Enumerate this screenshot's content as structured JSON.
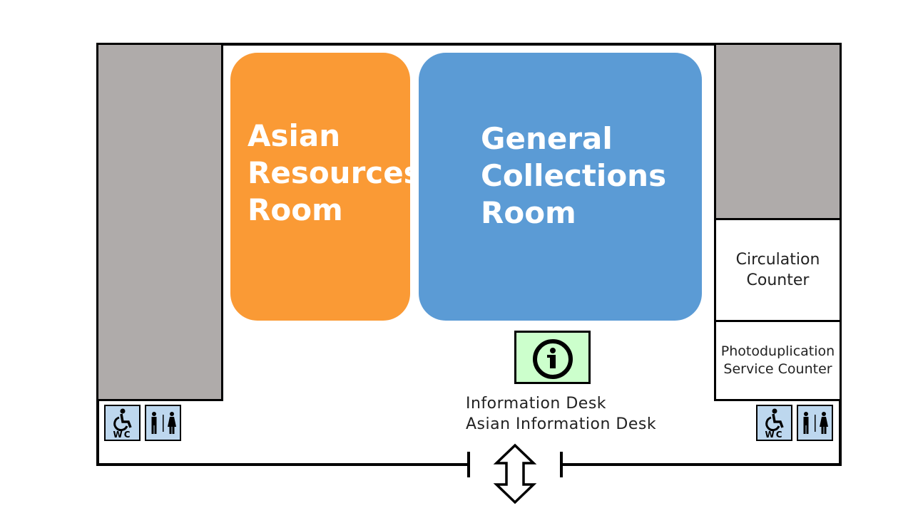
{
  "rooms": {
    "asian": {
      "label": "Asian\nResources\nRoom",
      "color": "#fa9a35"
    },
    "general": {
      "label": "General\nCollections\nRoom",
      "color": "#5b9bd5"
    }
  },
  "counters": {
    "circulation": "Circulation\nCounter",
    "photoduplication": "Photoduplication\nService Counter"
  },
  "info_desk": {
    "line1": "Information Desk",
    "line2": "Asian Information Desk",
    "icon_bg": "#ccffcc",
    "icon": "info-icon"
  },
  "restrooms": {
    "wc_label": "WC",
    "icons": [
      "wheelchair-icon",
      "man-icon",
      "woman-icon"
    ],
    "tile_color": "#bdd7ee"
  },
  "entrance": {
    "icon": "double-arrow-icon"
  }
}
